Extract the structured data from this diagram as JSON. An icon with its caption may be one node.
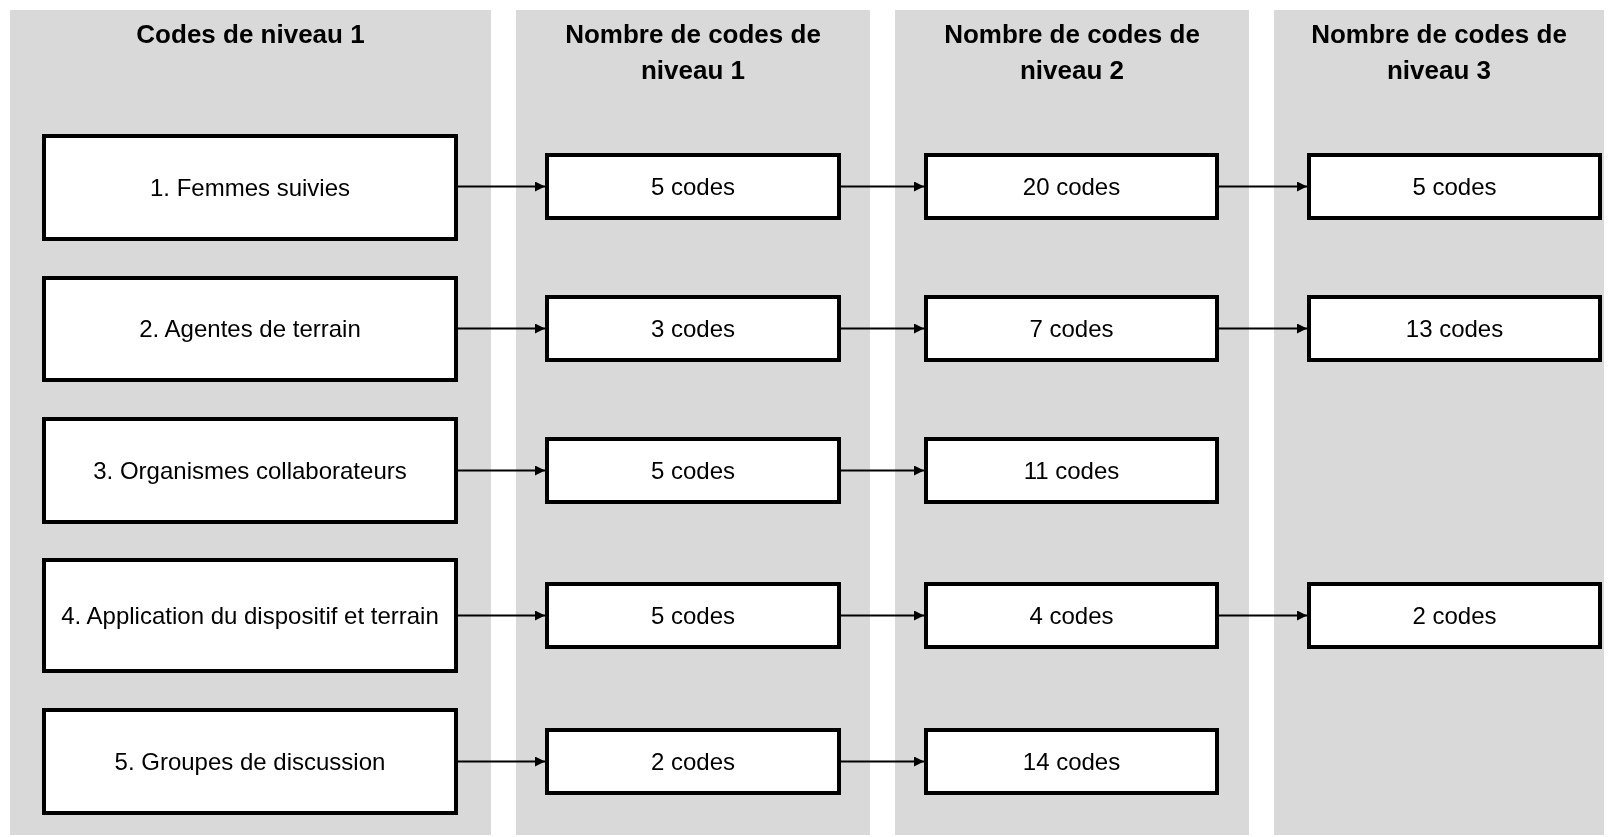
{
  "diagram": {
    "nodes": [
      {
        "text": [
          "Codes de niveau 1"
        ]
      },
      {
        "text": [
          "Nombre de codes de niveau 1"
        ]
      },
      {
        "text": [
          "Nombre de codes de niveau 2"
        ]
      },
      {
        "text": [
          "Nombre de codes de niveau 3"
        ]
      },
      {
        "text": [
          "1. Femmes suivies"
        ],
        "in": 0
      },
      {
        "text": [
          "5 codes"
        ],
        "in": 1
      },
      {
        "text": [
          "20 codes"
        ],
        "in": 2
      },
      {
        "text": [
          "5 codes"
        ],
        "in": 3
      },
      {
        "text": [
          "2. Agentes de terrain"
        ],
        "in": 0
      },
      {
        "text": [
          "3 codes"
        ],
        "in": 1
      },
      {
        "text": [
          "7 codes"
        ],
        "in": 2
      },
      {
        "text": [
          "13 codes"
        ],
        "in": 3
      },
      {
        "text": [
          "3. Organismes collaborateurs"
        ],
        "in": 0
      },
      {
        "text": [
          "5 codes"
        ],
        "in": 1
      },
      {
        "text": [
          "11 codes"
        ],
        "in": 2
      },
      {
        "text": [
          "4. Application du dispositif et terrain"
        ],
        "in": 0
      },
      {
        "text": [
          "5 codes"
        ],
        "in": 1
      },
      {
        "text": [
          "4 codes"
        ],
        "in": 2
      },
      {
        "text": [
          "2 codes"
        ],
        "in": 3
      },
      {
        "text": [
          "5. Groupes de discussion"
        ],
        "in": 0
      },
      {
        "text": [
          "2 codes"
        ],
        "in": 1
      },
      {
        "text": [
          "14 codes"
        ],
        "in": 2
      }
    ],
    "edges": [
      {
        "from": 4,
        "to": 5,
        "arrow": "to"
      },
      {
        "from": 5,
        "to": 6,
        "arrow": "to"
      },
      {
        "from": 6,
        "to": 7,
        "arrow": "to"
      },
      {
        "from": 8,
        "to": 9,
        "arrow": "to"
      },
      {
        "from": 9,
        "to": 10,
        "arrow": "to"
      },
      {
        "from": 10,
        "to": 11,
        "arrow": "to"
      },
      {
        "from": 12,
        "to": 13,
        "arrow": "to"
      },
      {
        "from": 13,
        "to": 14,
        "arrow": "to"
      },
      {
        "from": 15,
        "to": 16,
        "arrow": "to"
      },
      {
        "from": 16,
        "to": 17,
        "arrow": "to"
      },
      {
        "from": 17,
        "to": 18,
        "arrow": "to"
      },
      {
        "from": 19,
        "to": 20,
        "arrow": "to"
      },
      {
        "from": 20,
        "to": 21,
        "arrow": "to"
      }
    ]
  }
}
